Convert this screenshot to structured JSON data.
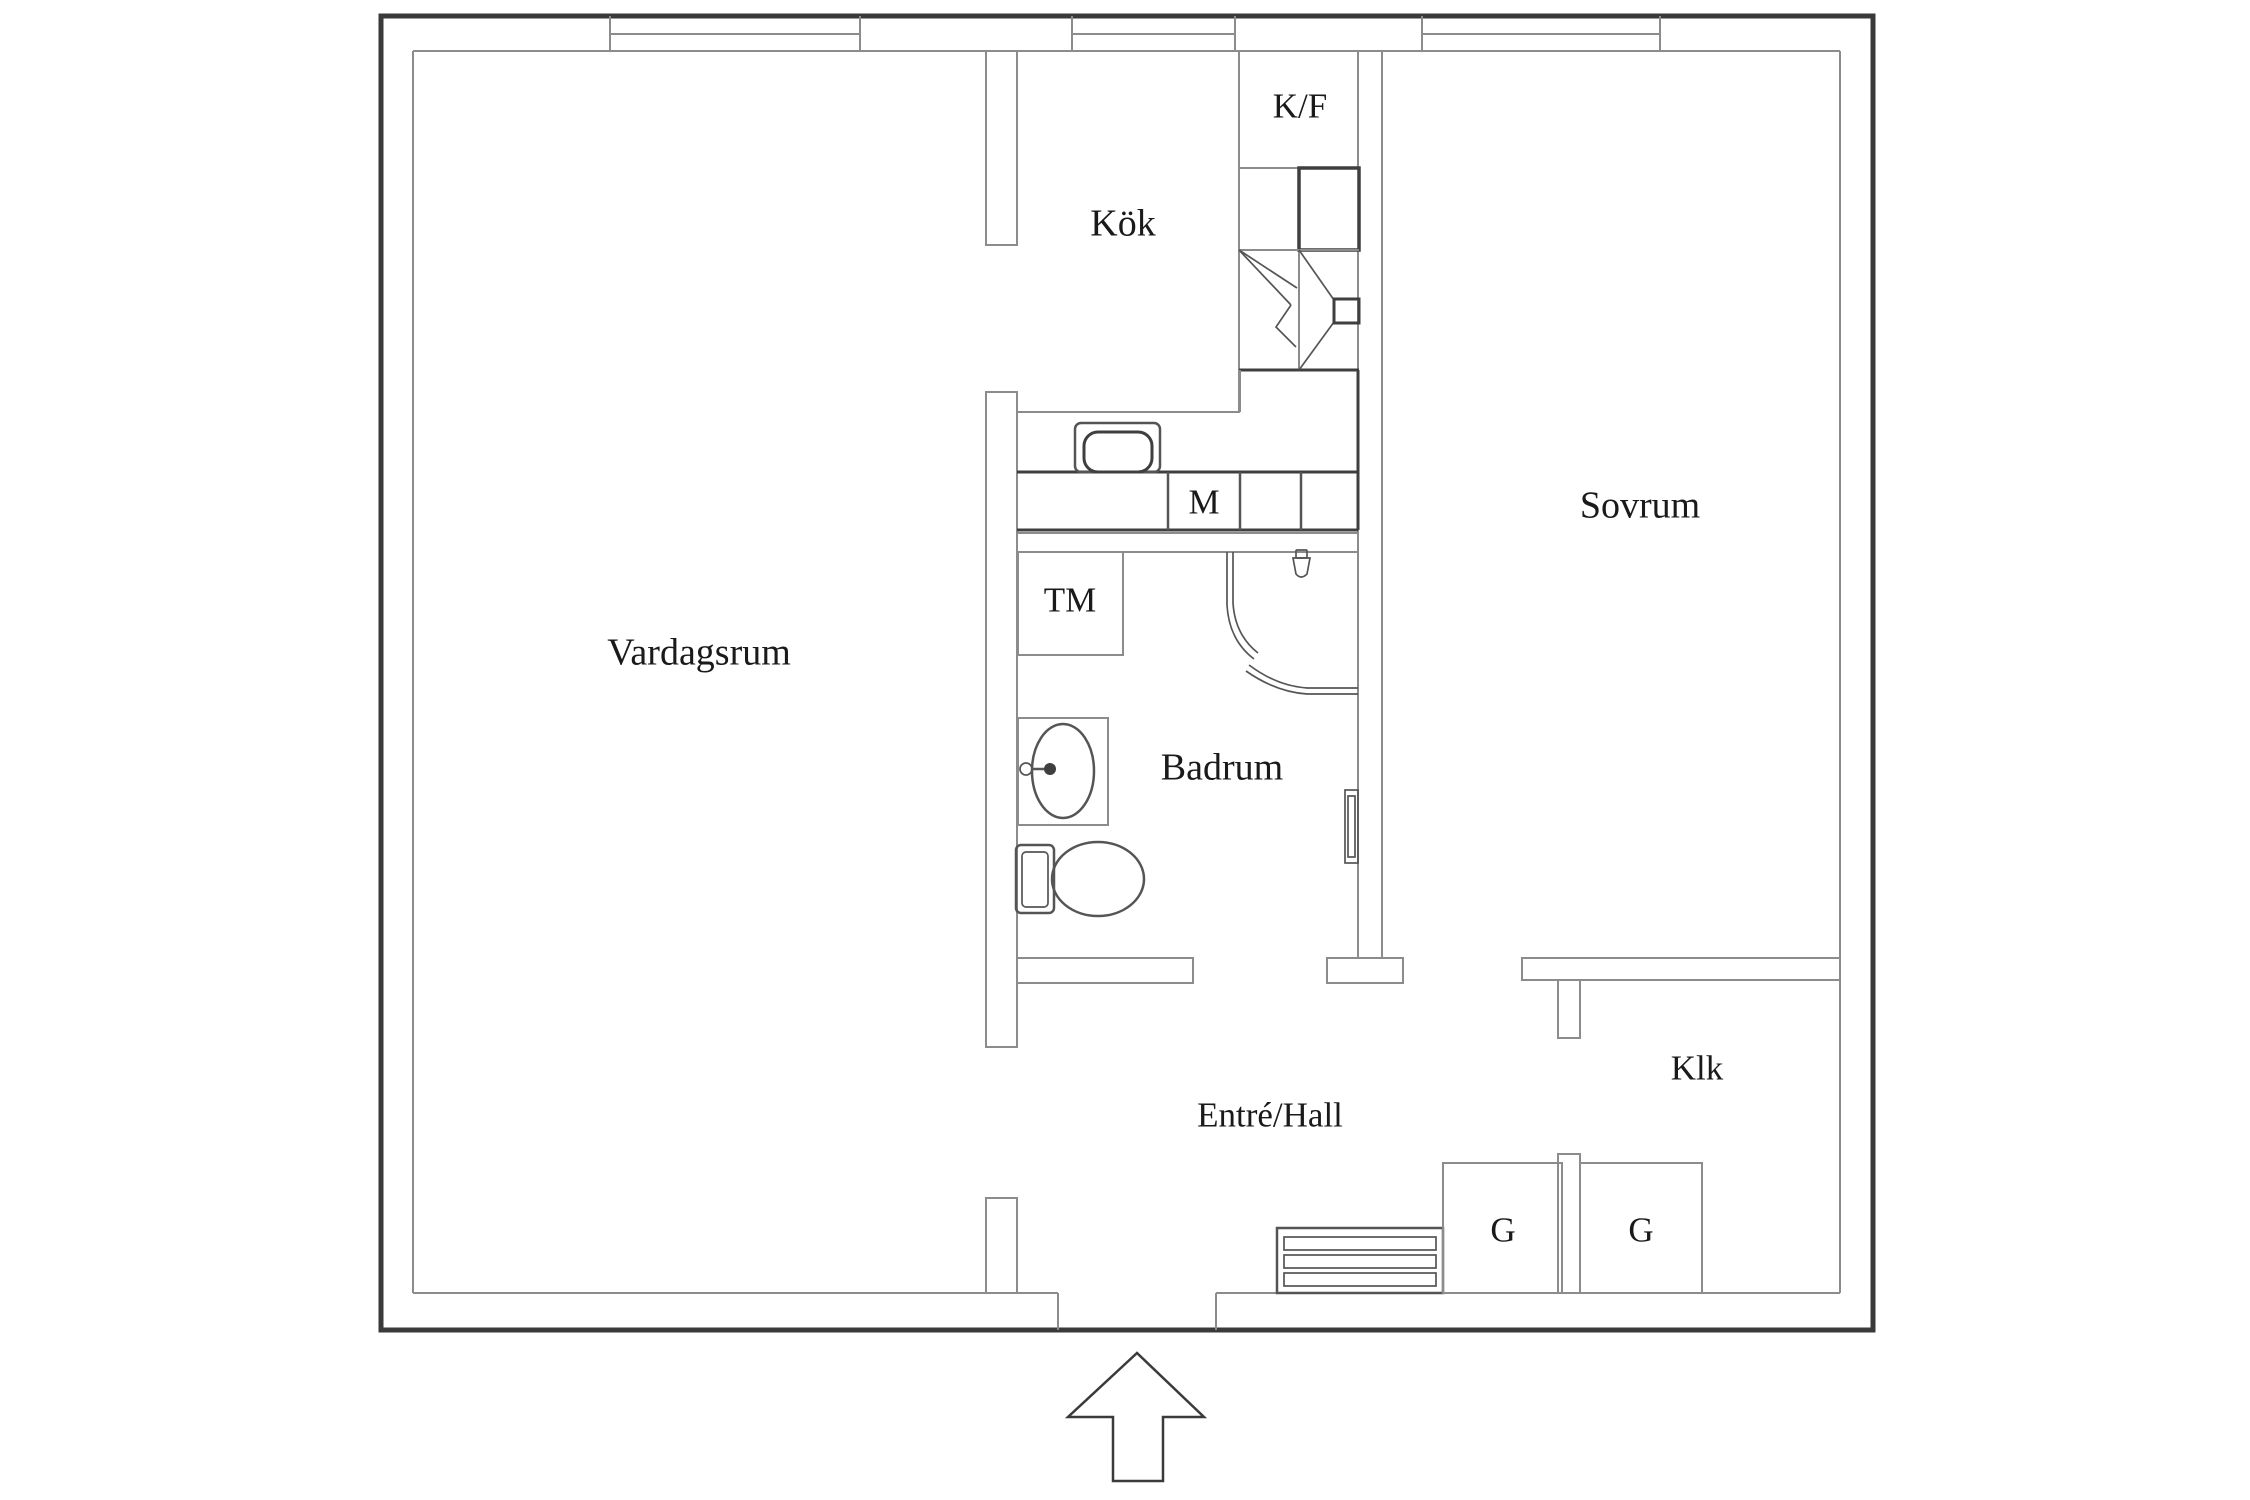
{
  "title": "Apartment floor plan",
  "rooms": {
    "living": "Vardagsrum",
    "kitchen": "Kök",
    "fridge_freezer": "K/F",
    "bedroom": "Sovrum",
    "micro": "M",
    "washing_machine": "TM",
    "bathroom": "Badrum",
    "hall": "Entré/Hall",
    "closet": "Klk",
    "wardrobe_left": "G",
    "wardrobe_right": "G"
  },
  "colors": {
    "background": "#ffffff",
    "wall_dark": "#3a3a3a",
    "wall_light": "#8c8c8c",
    "fixture": "#555555",
    "fixture_dark": "#3f3f3f",
    "text": "#1a1a1a"
  },
  "fixtures": [
    "window",
    "window",
    "window",
    "kitchen-sink",
    "kitchen-counter",
    "garbage-chute-symbol",
    "washing-machine-box",
    "shower-screen",
    "shower-head",
    "bathroom-sink",
    "toilet",
    "towel-radiator",
    "hat-shelf",
    "wardrobe-box",
    "wardrobe-box",
    "entrance-arrow"
  ]
}
